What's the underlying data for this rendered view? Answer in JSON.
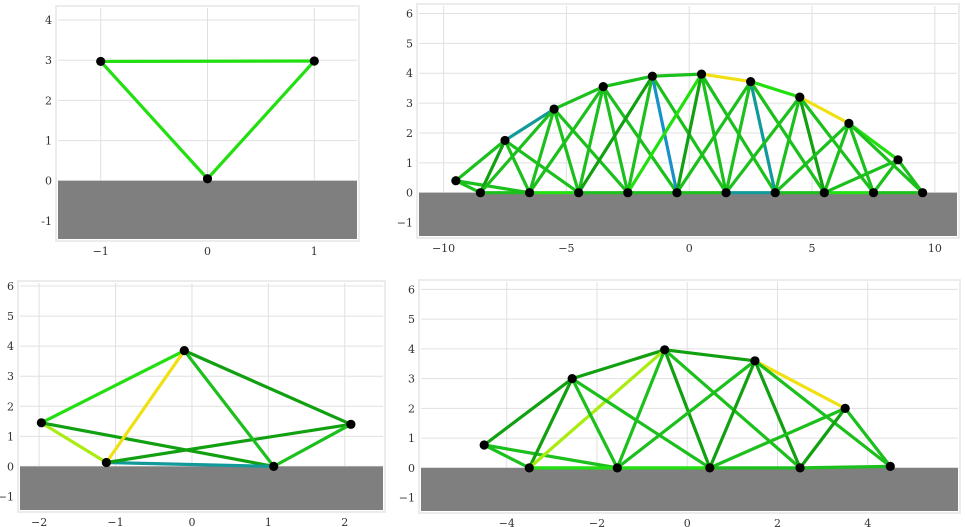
{
  "colors": {
    "ground": "#7f7f7f",
    "grid": "#e0e0e0",
    "frame": "#ececec",
    "node": "#000000",
    "member_green_dark": "#10a010",
    "member_green": "#1cc01c",
    "member_green_bright": "#22e010",
    "member_yellow_green": "#a8ec10",
    "member_yellow": "#f0e010",
    "member_teal": "#129a9a",
    "member_blue": "#1890c8"
  },
  "chart_data": [
    {
      "type": "truss",
      "id": "top-left",
      "xlim": [
        -1.4,
        1.4
      ],
      "ylim": [
        -1.45,
        4.3
      ],
      "xticks": [
        -1,
        0,
        1
      ],
      "xtick_labels": [
        "−1",
        "0",
        "1"
      ],
      "yticks": [
        -1,
        0,
        1,
        2,
        3,
        4
      ],
      "ytick_labels": [
        "-1",
        "0",
        "1",
        "2",
        "3",
        "4"
      ],
      "grid": true,
      "ground_level": 0,
      "nodes": [
        [
          -1.0,
          2.97
        ],
        [
          1.0,
          2.98
        ],
        [
          0.0,
          0.05
        ]
      ],
      "members": [
        [
          0,
          1,
          "member_green_bright"
        ],
        [
          0,
          2,
          "member_green_bright"
        ],
        [
          1,
          2,
          "member_green_bright"
        ]
      ]
    },
    {
      "type": "truss",
      "id": "top-right",
      "xlim": [
        -11,
        10.9
      ],
      "ylim": [
        -1.45,
        6.25
      ],
      "xticks": [
        -10,
        -5,
        0,
        5,
        10
      ],
      "xtick_labels": [
        "−10",
        "−5",
        "0",
        "5",
        "10"
      ],
      "yticks": [
        -1,
        0,
        1,
        2,
        3,
        4,
        5,
        6
      ],
      "ytick_labels": [
        "−1",
        "0",
        "1",
        "2",
        "3",
        "4",
        "5",
        "6"
      ],
      "grid": true,
      "ground_level": 0,
      "nodes": [
        [
          -9.5,
          0.4
        ],
        [
          -8.5,
          0.0
        ],
        [
          -6.5,
          0.0
        ],
        [
          -4.5,
          0.0
        ],
        [
          -2.5,
          0.0
        ],
        [
          -0.5,
          0.0
        ],
        [
          1.5,
          0.0
        ],
        [
          3.5,
          0.0
        ],
        [
          5.5,
          0.0
        ],
        [
          7.5,
          0.0
        ],
        [
          9.5,
          0.0
        ],
        [
          -7.5,
          1.75
        ],
        [
          -5.5,
          2.8
        ],
        [
          -3.5,
          3.55
        ],
        [
          -1.5,
          3.9
        ],
        [
          0.5,
          3.97
        ],
        [
          2.5,
          3.72
        ],
        [
          4.5,
          3.2
        ],
        [
          6.5,
          2.32
        ],
        [
          8.5,
          1.1
        ]
      ],
      "members": [
        [
          0,
          1,
          "member_green"
        ],
        [
          0,
          11,
          "member_green"
        ],
        [
          0,
          2,
          "member_green"
        ],
        [
          1,
          2,
          "member_green"
        ],
        [
          2,
          3,
          "member_green_bright"
        ],
        [
          3,
          4,
          "member_green"
        ],
        [
          4,
          5,
          "member_green"
        ],
        [
          5,
          6,
          "member_green"
        ],
        [
          6,
          7,
          "member_teal"
        ],
        [
          7,
          8,
          "member_green"
        ],
        [
          8,
          9,
          "member_green_bright"
        ],
        [
          9,
          10,
          "member_green"
        ],
        [
          11,
          12,
          "member_teal"
        ],
        [
          12,
          13,
          "member_green"
        ],
        [
          13,
          14,
          "member_green"
        ],
        [
          14,
          15,
          "member_green"
        ],
        [
          15,
          16,
          "member_yellow"
        ],
        [
          16,
          17,
          "member_green_bright"
        ],
        [
          17,
          18,
          "member_yellow"
        ],
        [
          18,
          19,
          "member_green_bright"
        ],
        [
          19,
          10,
          "member_green"
        ],
        [
          1,
          11,
          "member_green_dark"
        ],
        [
          11,
          2,
          "member_green"
        ],
        [
          11,
          3,
          "member_green"
        ],
        [
          1,
          12,
          "member_green"
        ],
        [
          12,
          2,
          "member_green"
        ],
        [
          12,
          3,
          "member_green"
        ],
        [
          12,
          4,
          "member_green"
        ],
        [
          2,
          13,
          "member_green"
        ],
        [
          13,
          3,
          "member_green"
        ],
        [
          13,
          4,
          "member_green"
        ],
        [
          13,
          5,
          "member_green"
        ],
        [
          3,
          14,
          "member_green_dark"
        ],
        [
          14,
          4,
          "member_green"
        ],
        [
          14,
          5,
          "member_blue"
        ],
        [
          14,
          6,
          "member_green"
        ],
        [
          4,
          15,
          "member_green_bright"
        ],
        [
          15,
          5,
          "member_green_dark"
        ],
        [
          15,
          6,
          "member_green"
        ],
        [
          15,
          7,
          "member_green"
        ],
        [
          5,
          16,
          "member_green"
        ],
        [
          16,
          6,
          "member_green"
        ],
        [
          16,
          7,
          "member_teal"
        ],
        [
          16,
          8,
          "member_green"
        ],
        [
          6,
          17,
          "member_green"
        ],
        [
          17,
          7,
          "member_green"
        ],
        [
          17,
          8,
          "member_green_dark"
        ],
        [
          17,
          9,
          "member_green"
        ],
        [
          7,
          18,
          "member_green"
        ],
        [
          18,
          8,
          "member_green"
        ],
        [
          18,
          9,
          "member_green"
        ],
        [
          18,
          10,
          "member_green"
        ],
        [
          8,
          19,
          "member_green"
        ],
        [
          19,
          9,
          "member_green"
        ]
      ]
    },
    {
      "type": "truss",
      "id": "bottom-left",
      "xlim": [
        -2.25,
        2.5
      ],
      "ylim": [
        -1.45,
        6.1
      ],
      "xticks": [
        -2,
        -1,
        0,
        1,
        2
      ],
      "xtick_labels": [
        "−2",
        "−1",
        "0",
        "1",
        "2"
      ],
      "yticks": [
        -1,
        0,
        1,
        2,
        3,
        4,
        5,
        6
      ],
      "ytick_labels": [
        "−1",
        "0",
        "1",
        "2",
        "3",
        "4",
        "5",
        "6"
      ],
      "grid": true,
      "ground_level": 0,
      "nodes": [
        [
          -1.97,
          1.45
        ],
        [
          -1.12,
          0.13
        ],
        [
          -0.1,
          3.85
        ],
        [
          1.07,
          0.0
        ],
        [
          2.08,
          1.4
        ]
      ],
      "members": [
        [
          0,
          2,
          "member_green_bright"
        ],
        [
          0,
          1,
          "member_yellow_green"
        ],
        [
          0,
          3,
          "member_green_dark"
        ],
        [
          1,
          2,
          "member_yellow"
        ],
        [
          1,
          3,
          "member_teal"
        ],
        [
          1,
          4,
          "member_green_dark"
        ],
        [
          2,
          3,
          "member_green"
        ],
        [
          2,
          4,
          "member_green_dark"
        ],
        [
          3,
          4,
          "member_green"
        ]
      ]
    },
    {
      "type": "truss",
      "id": "bottom-right",
      "xlim": [
        -5.9,
        6.0
      ],
      "ylim": [
        -1.45,
        6.25
      ],
      "xticks": [
        -4,
        -2,
        0,
        2,
        4
      ],
      "xtick_labels": [
        "−4",
        "−2",
        "0",
        "2",
        "4"
      ],
      "yticks": [
        -1,
        0,
        1,
        2,
        3,
        4,
        5,
        6
      ],
      "ytick_labels": [
        "−1",
        "0",
        "1",
        "2",
        "3",
        "4",
        "5",
        "6"
      ],
      "grid": true,
      "ground_level": 0,
      "nodes": [
        [
          -4.5,
          0.77
        ],
        [
          -3.5,
          0.0
        ],
        [
          -1.55,
          0.0
        ],
        [
          0.5,
          0.0
        ],
        [
          2.5,
          0.0
        ],
        [
          4.5,
          0.05
        ],
        [
          -2.55,
          3.0
        ],
        [
          -0.5,
          3.97
        ],
        [
          1.5,
          3.6
        ],
        [
          3.5,
          2.0
        ]
      ],
      "members": [
        [
          0,
          1,
          "member_green"
        ],
        [
          0,
          6,
          "member_green_dark"
        ],
        [
          0,
          2,
          "member_green"
        ],
        [
          1,
          2,
          "member_green_bright"
        ],
        [
          2,
          3,
          "member_green_bright"
        ],
        [
          3,
          4,
          "member_green"
        ],
        [
          4,
          5,
          "member_green"
        ],
        [
          6,
          7,
          "member_green_dark"
        ],
        [
          7,
          8,
          "member_green_dark"
        ],
        [
          8,
          9,
          "member_yellow"
        ],
        [
          9,
          5,
          "member_green"
        ],
        [
          1,
          6,
          "member_green_dark"
        ],
        [
          1,
          7,
          "member_yellow_green"
        ],
        [
          6,
          2,
          "member_green"
        ],
        [
          6,
          3,
          "member_green"
        ],
        [
          2,
          7,
          "member_green"
        ],
        [
          7,
          3,
          "member_green_dark"
        ],
        [
          7,
          4,
          "member_green"
        ],
        [
          2,
          8,
          "member_green"
        ],
        [
          3,
          8,
          "member_green_dark"
        ],
        [
          8,
          4,
          "member_green_dark"
        ],
        [
          8,
          5,
          "member_green"
        ],
        [
          3,
          9,
          "member_green"
        ],
        [
          4,
          9,
          "member_green_dark"
        ]
      ]
    }
  ]
}
